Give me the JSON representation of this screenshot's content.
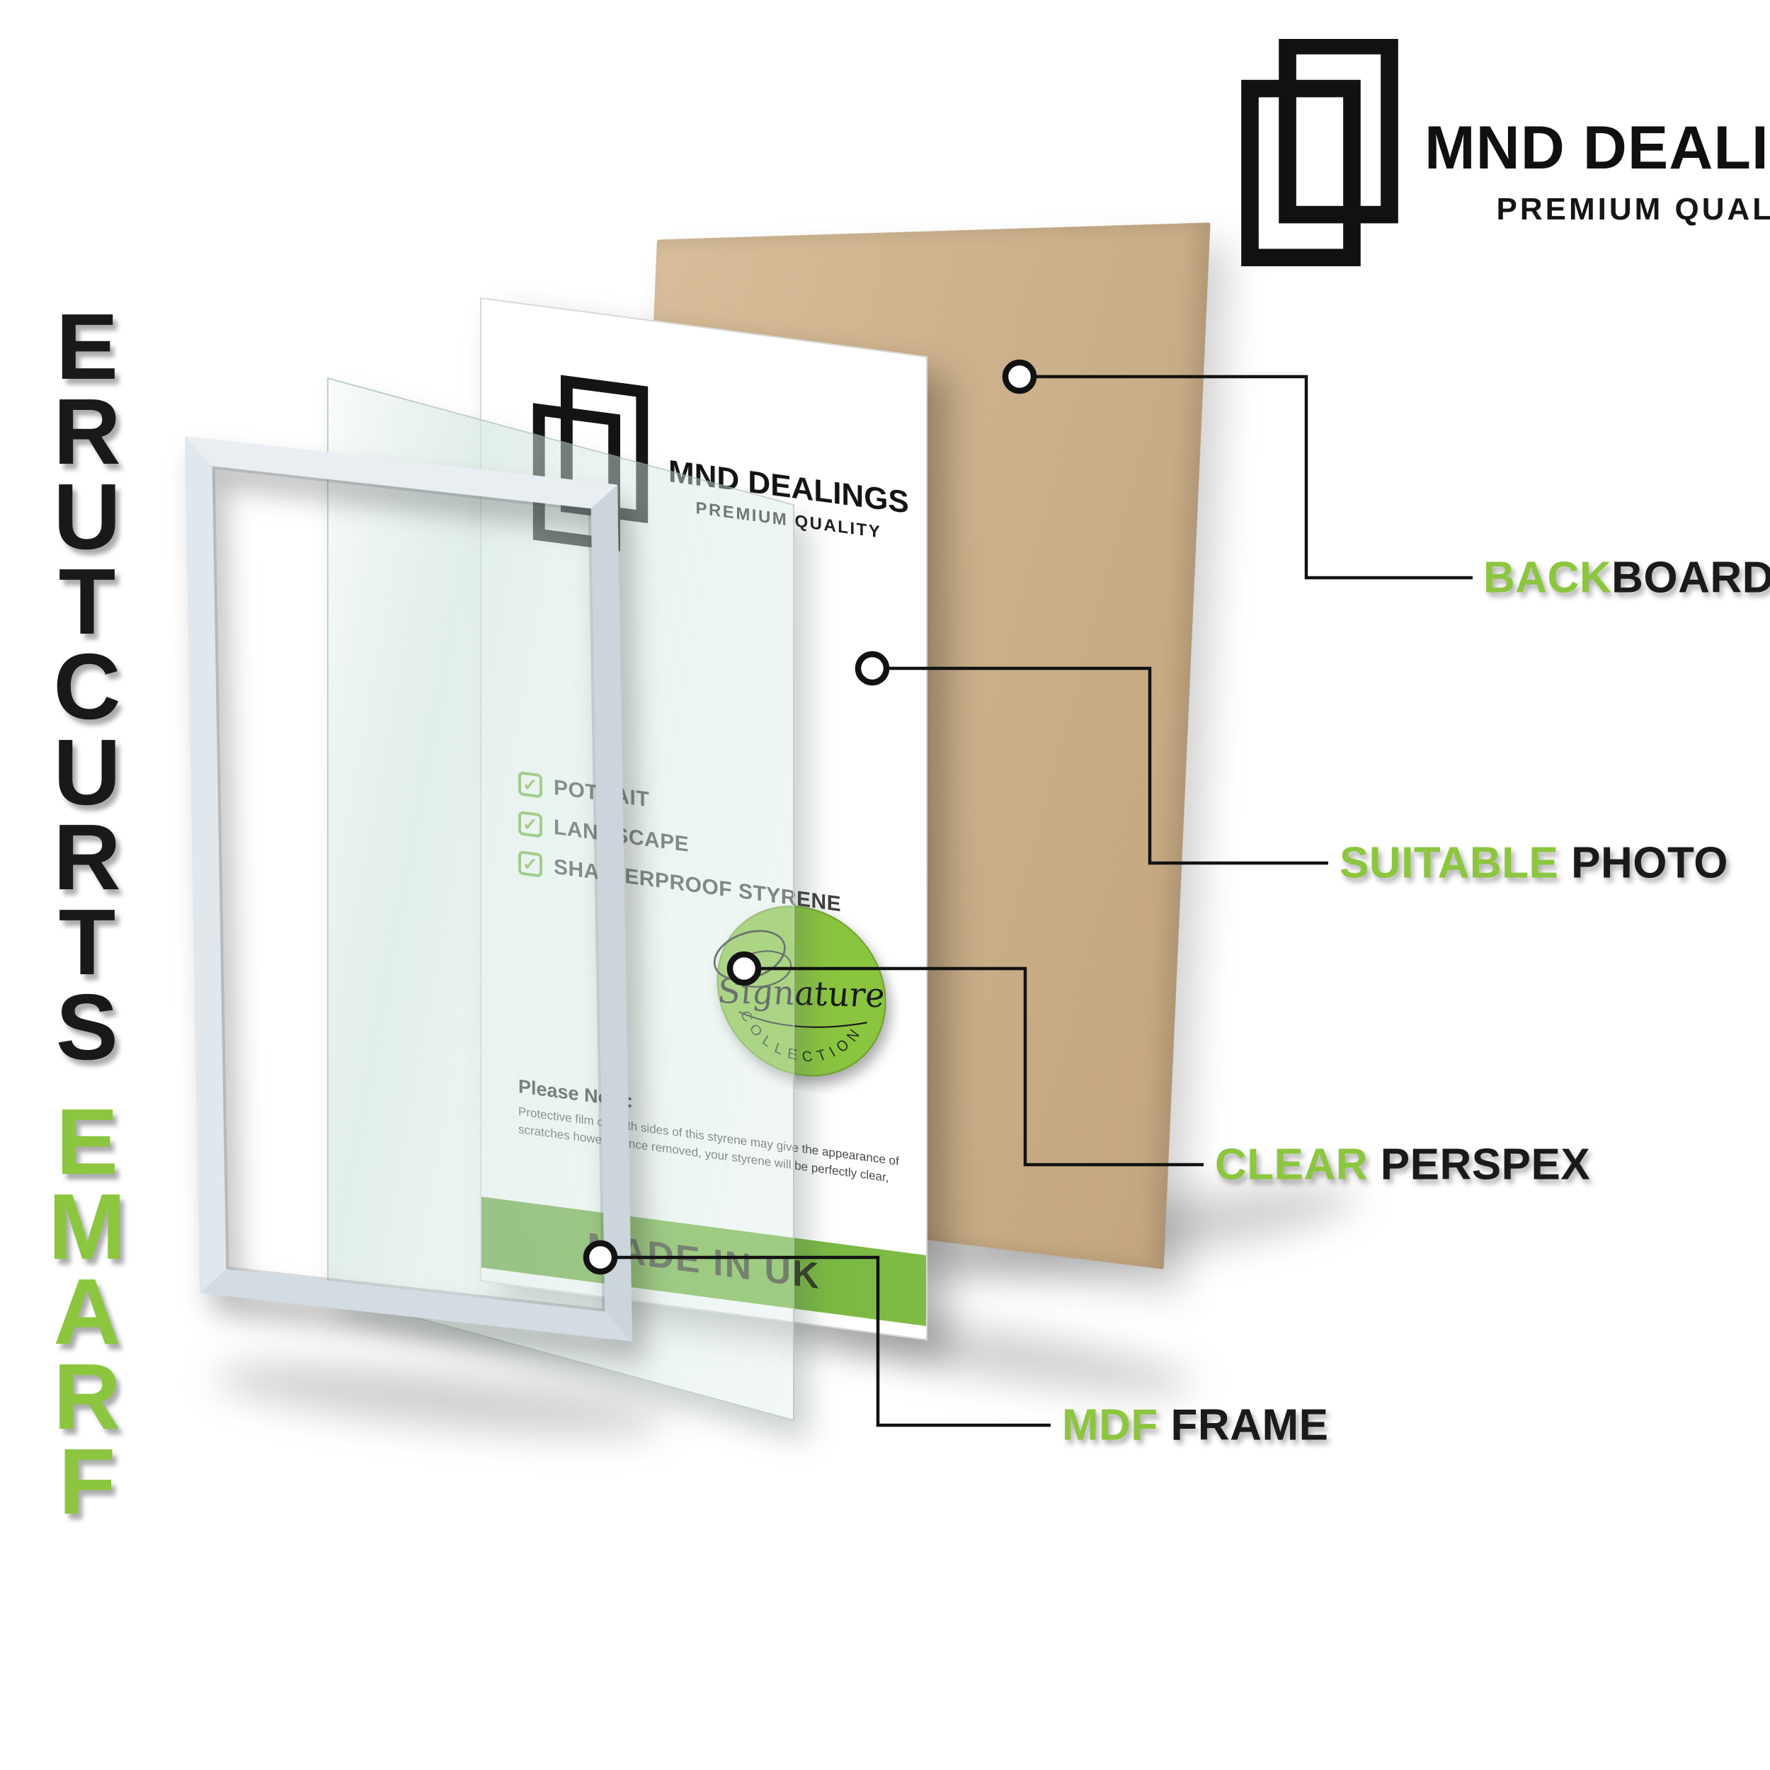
{
  "accent": {
    "green": "#8CC63E",
    "dark": "#161616",
    "banner_green": "#74B23C",
    "backboard_tan": "#CDB28D",
    "frame_gray": "#DEE5EA"
  },
  "side_title": {
    "word_top": "STRUCTURE",
    "word_bottom": "FRAME"
  },
  "brand": {
    "name": "MND DEALINGS",
    "tagline": "PREMIUM QUALITY"
  },
  "sheet": {
    "brand_name": "MND DEALINGS",
    "brand_tagline": "PREMIUM QUALITY",
    "checklist": [
      "POTRAIT",
      "LANDSCAPE",
      "SHATTERPROOF STYRENE"
    ],
    "note_title": "Please Note:",
    "note_body": "Protective film on both sides of this styrene may give the appearance of scratches however once removed, your styrene will be perfectly clear,",
    "banner": "MADE IN UK",
    "badge_script": "Signature",
    "badge_arc": "COLLECTION"
  },
  "labels": [
    {
      "green": "BACK",
      "dark": "BOARD"
    },
    {
      "green": "SUITABLE",
      "dark": " PHOTO"
    },
    {
      "green": "CLEAR",
      "dark": " PERSPEX"
    },
    {
      "green": "MDF",
      "dark": " FRAME"
    }
  ]
}
